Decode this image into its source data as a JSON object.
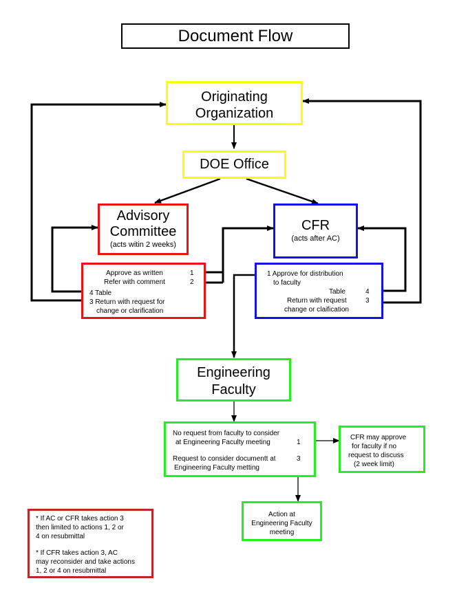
{
  "title": "Document Flow",
  "colors": {
    "originating": "#ffff00",
    "advisory": "#ee1111",
    "cfr": "#1111ee",
    "faculty": "#22ee22",
    "notes": "#b82a2a",
    "arrows": "#000000"
  },
  "nodes": {
    "originating": {
      "line1": "Originating",
      "line2": "Organization"
    },
    "doe": {
      "label": "DOE Office"
    },
    "advisory": {
      "line1": "Advisory",
      "line2": "Committee",
      "note": "(acts witin 2 weeks)"
    },
    "advisory_actions": {
      "approve": "Approve as written",
      "approve_num": "1",
      "refer": "Refer with comment",
      "refer_num": "2",
      "table": "4 Table",
      "return_line1": "3 Return with request for",
      "return_line2": "change or clarification"
    },
    "cfr": {
      "label": "CFR",
      "note": "(acts after AC)"
    },
    "cfr_actions": {
      "approve_line1": "1 Approve for distribution",
      "approve_line2": "to faculty",
      "table": "Table",
      "table_num": "4",
      "return_line1": "Return with request",
      "return_num": "3",
      "return_line2": "change or claification"
    },
    "faculty": {
      "line1": "Engineering",
      "line2": "Faculty"
    },
    "faculty_actions": {
      "no_request_line1": "No request from faculty to consider",
      "no_request_line2": "at Engineering Faculty meeting",
      "no_request_num": "1",
      "request_line1": "Request to consider documentt at",
      "request_line2": "Engineering Faculty metting",
      "request_num": "3"
    },
    "cfr_approve": {
      "line1": "CFR may approve",
      "line2": "for faculty if no",
      "line3": "request to discuss",
      "line4": "(2 week limit)"
    },
    "action_meeting": {
      "line1": "Action at",
      "line2": "Engineering Faculty",
      "line3": "meeting"
    }
  },
  "notes": {
    "note1_line1": "* If AC or CFR takes action 3",
    "note1_line2": "then limited to actions 1, 2 or",
    "note1_line3": "4 on resubmittal",
    "note2_line1": "* If CFR takes action 3, AC",
    "note2_line2": "may reconsider and take actions",
    "note2_line3": "1, 2 or 4 on resubmittal"
  }
}
